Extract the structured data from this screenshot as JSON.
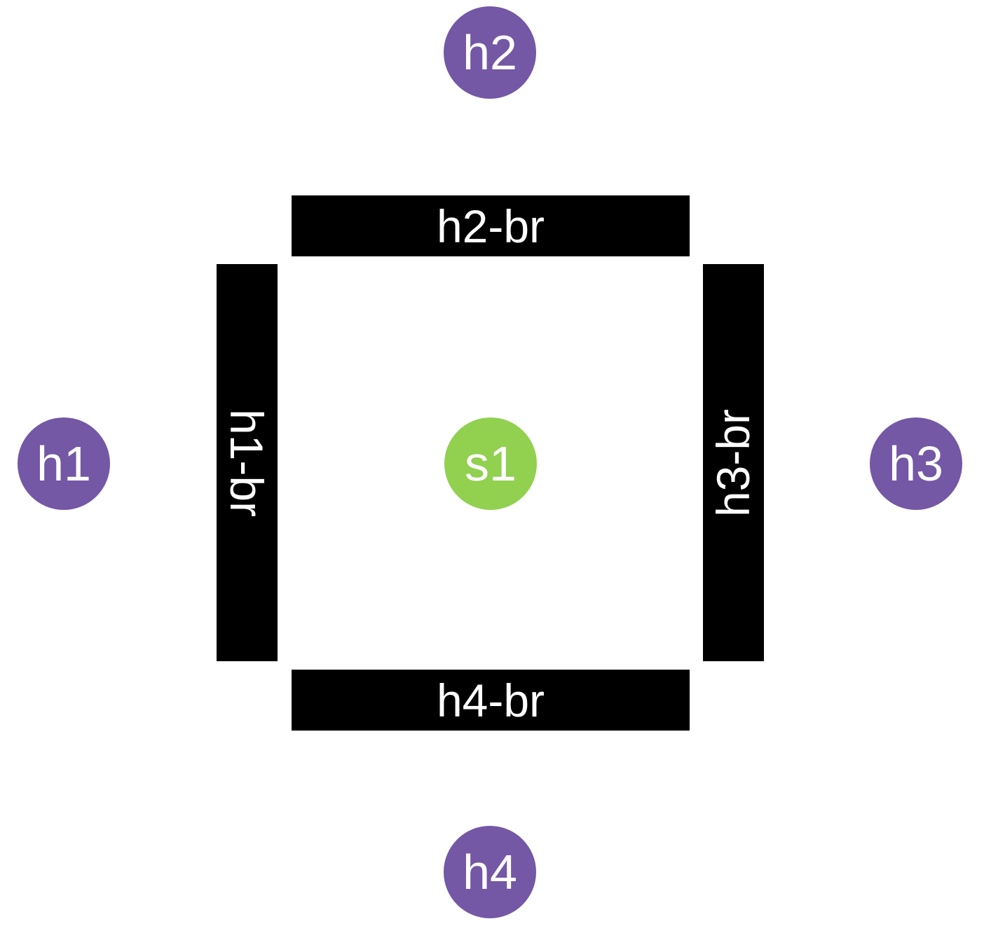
{
  "colors": {
    "host": "#7457a5",
    "switch": "#92d050",
    "bridge": "#000000",
    "text": "#ffffff"
  },
  "nodes": {
    "h1": "h1",
    "h2": "h2",
    "h3": "h3",
    "h4": "h4",
    "s1": "s1"
  },
  "bridges": {
    "h1_br": "h1-br",
    "h2_br": "h2-br",
    "h3_br": "h3-br",
    "h4_br": "h4-br"
  }
}
